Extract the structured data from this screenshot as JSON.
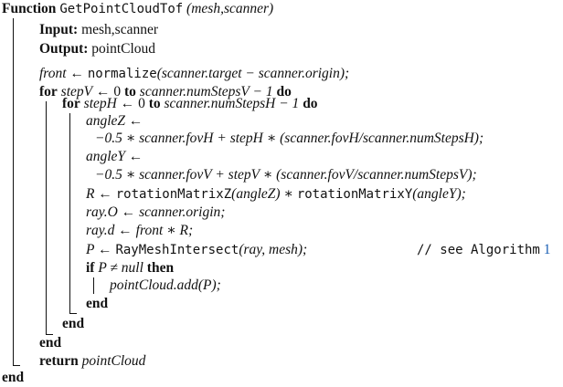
{
  "header": {
    "keyword": "Function",
    "name": "GetPointCloudTof",
    "params": "(mesh,scanner)"
  },
  "io": {
    "input_label": "Input:",
    "input_value": "mesh,scanner",
    "output_label": "Output:",
    "output_value": "pointCloud"
  },
  "body": {
    "front_lhs": "front",
    "arrow": "←",
    "normalize_fn": "normalize",
    "front_rhs": "(scanner.target − scanner.origin);",
    "for_kw": "for",
    "to_kw": "to",
    "do_kw": "do",
    "outer_var": "stepV",
    "outer_start": "← 0",
    "outer_end": "scanner.numStepsV − 1",
    "inner_var": "stepH",
    "inner_start": "← 0",
    "inner_end": "scanner.numStepsH − 1",
    "anglez_lhs": "angleZ ←",
    "anglez_rhs": "−0.5 ∗ scanner.fovH + stepH ∗ (scanner.fovH/scanner.numStepsH);",
    "angley_lhs": "angleY ←",
    "angley_rhs": "−0.5 ∗ scanner.fovV + stepV ∗ (scanner.fovV/scanner.numStepsV);",
    "r_lhs": "R ←",
    "rotz_fn": "rotationMatrixZ",
    "rotz_arg": "(angleZ) ∗",
    "roty_fn": "rotationMatrixY",
    "roty_arg": "(angleY);",
    "rayo": "ray.O ← scanner.origin;",
    "rayd": "ray.d ← front ∗ R;",
    "p_lhs": "P ←",
    "intersect_fn": "RayMeshIntersect",
    "intersect_args": "(ray, mesh);",
    "comment": "// see Algorithm",
    "comment_ref": "1",
    "if_kw": "if",
    "if_cond": "P ≠ null",
    "then_kw": "then",
    "add_stmt": "pointCloud.add(P);",
    "end_kw": "end",
    "return_kw": "return",
    "return_val": "pointCloud"
  }
}
